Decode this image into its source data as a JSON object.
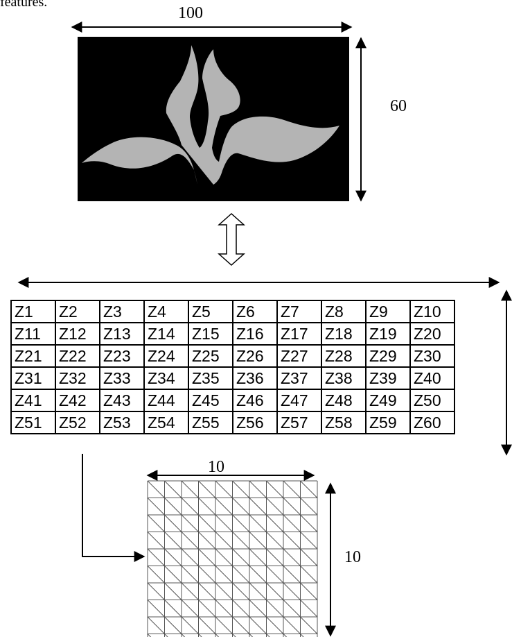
{
  "intro_text": "features.",
  "labels": {
    "image_width": "100",
    "image_height": "60",
    "zone_width": "10",
    "zone_height": "10"
  },
  "zone_grid": {
    "rows": [
      [
        "Z1",
        "Z2",
        "Z3",
        "Z4",
        "Z5",
        "Z6",
        "Z7",
        "Z8",
        "Z9",
        "Z10"
      ],
      [
        "Z11",
        "Z12",
        "Z13",
        "Z14",
        "Z15",
        "Z16",
        "Z17",
        "Z18",
        "Z19",
        "Z20"
      ],
      [
        "Z21",
        "Z22",
        "Z23",
        "Z24",
        "Z25",
        "Z26",
        "Z27",
        "Z28",
        "Z29",
        "Z30"
      ],
      [
        "Z31",
        "Z32",
        "Z33",
        "Z34",
        "Z35",
        "Z36",
        "Z37",
        "Z38",
        "Z39",
        "Z40"
      ],
      [
        "Z41",
        "Z42",
        "Z43",
        "Z44",
        "Z45",
        "Z46",
        "Z47",
        "Z48",
        "Z49",
        "Z50"
      ],
      [
        "Z51",
        "Z52",
        "Z53",
        "Z54",
        "Z55",
        "Z56",
        "Z57",
        "Z58",
        "Z59",
        "Z60"
      ]
    ]
  },
  "colors": {
    "image_background": "#000000",
    "character_fill": "#b4b4b4",
    "line": "#000000",
    "grid_line": "#555555"
  }
}
